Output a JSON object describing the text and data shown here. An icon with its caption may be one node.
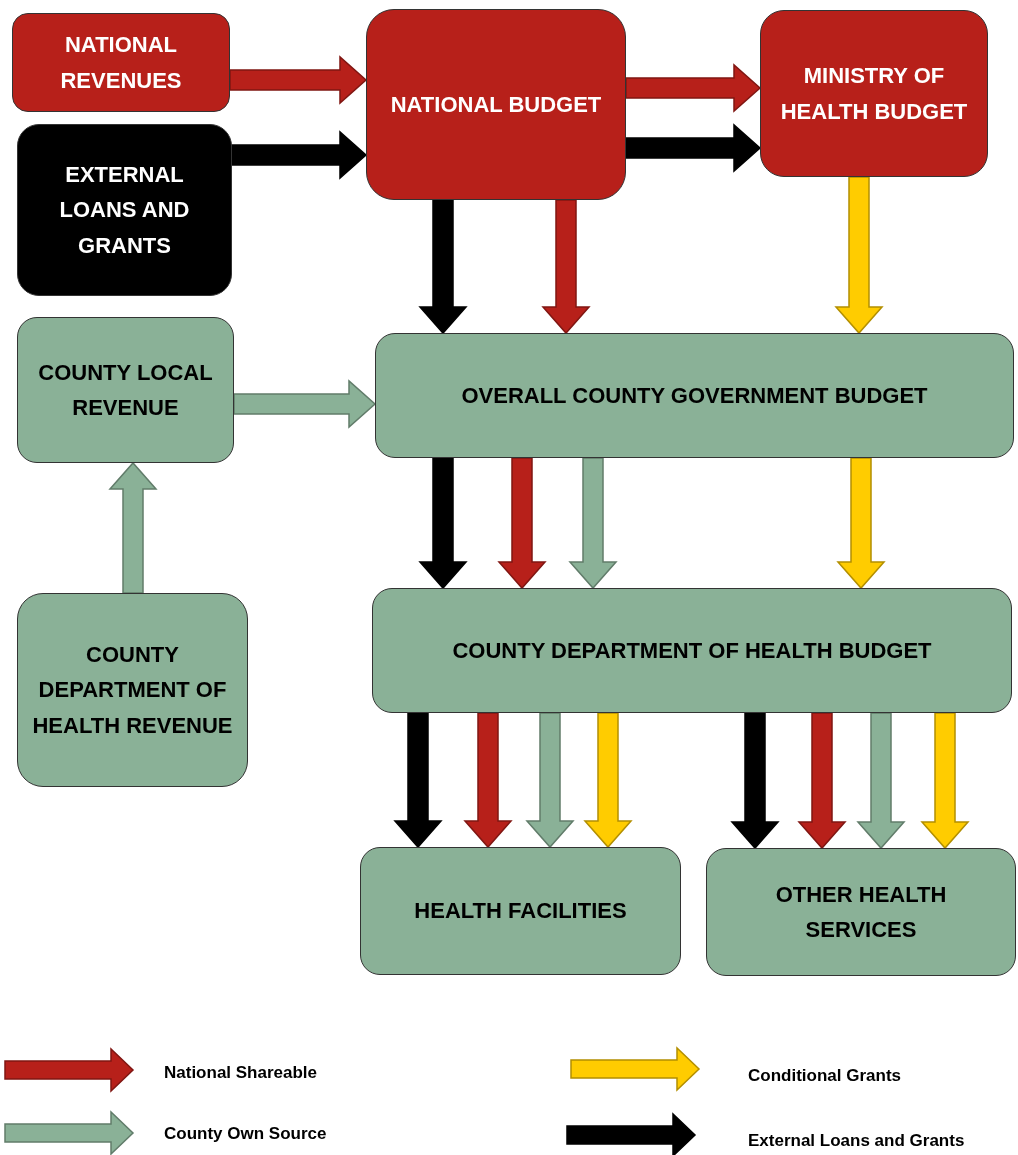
{
  "diagram": {
    "nodes": [
      {
        "text": [
          "NATIONAL REVENUES"
        ]
      },
      {
        "text": [
          "EXTERNAL LOANS AND GRANTS"
        ]
      },
      {
        "text": [
          "NATIONAL BUDGET"
        ]
      },
      {
        "text": [
          "MINISTRY OF HEALTH BUDGET"
        ]
      },
      {
        "text": [
          "COUNTY LOCAL REVENUE"
        ]
      },
      {
        "text": [
          "OVERALL COUNTY GOVERNMENT BUDGET"
        ]
      },
      {
        "text": [
          "COUNTY DEPARTMENT OF HEALTH REVENUE"
        ]
      },
      {
        "text": [
          "COUNTY DEPARTMENT OF HEALTH BUDGET"
        ]
      },
      {
        "text": [
          "HEALTH FACILITIES"
        ]
      },
      {
        "text": [
          "OTHER HEALTH SERVICES"
        ]
      }
    ],
    "edges": [
      {
        "from": 0,
        "to": 2,
        "arrow": "to",
        "color": "#b7201a"
      },
      {
        "from": 1,
        "to": 2,
        "arrow": "to",
        "color": "#000000"
      },
      {
        "from": 2,
        "to": 3,
        "arrow": "to",
        "color": "#b7201a"
      },
      {
        "from": 2,
        "to": 3,
        "arrow": "to",
        "color": "#000000"
      },
      {
        "from": 2,
        "to": 5,
        "arrow": "to",
        "color": "#000000"
      },
      {
        "from": 2,
        "to": 5,
        "arrow": "to",
        "color": "#b7201a"
      },
      {
        "from": 3,
        "to": 5,
        "arrow": "to",
        "color": "#ffcc00"
      },
      {
        "from": 4,
        "to": 5,
        "arrow": "to",
        "color": "#8ab197"
      },
      {
        "from": 6,
        "to": 4,
        "arrow": "to",
        "color": "#8ab197"
      },
      {
        "from": 5,
        "to": 7,
        "arrow": "to",
        "color": "#000000"
      },
      {
        "from": 5,
        "to": 7,
        "arrow": "to",
        "color": "#b7201a"
      },
      {
        "from": 5,
        "to": 7,
        "arrow": "to",
        "color": "#8ab197"
      },
      {
        "from": 5,
        "to": 7,
        "arrow": "to",
        "color": "#ffcc00"
      },
      {
        "from": 7,
        "to": 8,
        "arrow": "to",
        "color": "#000000"
      },
      {
        "from": 7,
        "to": 8,
        "arrow": "to",
        "color": "#b7201a"
      },
      {
        "from": 7,
        "to": 8,
        "arrow": "to",
        "color": "#8ab197"
      },
      {
        "from": 7,
        "to": 8,
        "arrow": "to",
        "color": "#ffcc00"
      },
      {
        "from": 7,
        "to": 9,
        "arrow": "to",
        "color": "#000000"
      },
      {
        "from": 7,
        "to": 9,
        "arrow": "to",
        "color": "#b7201a"
      },
      {
        "from": 7,
        "to": 9,
        "arrow": "to",
        "color": "#8ab197"
      },
      {
        "from": 7,
        "to": 9,
        "arrow": "to",
        "color": "#ffcc00"
      }
    ],
    "legend": [
      {
        "text": "National Shareable",
        "color": "#b7201a"
      },
      {
        "text": "Conditional Grants",
        "color": "#ffcc00"
      },
      {
        "text": "County Own Source",
        "color": "#8ab197"
      },
      {
        "text": "External Loans and Grants",
        "color": "#000000"
      }
    ]
  }
}
